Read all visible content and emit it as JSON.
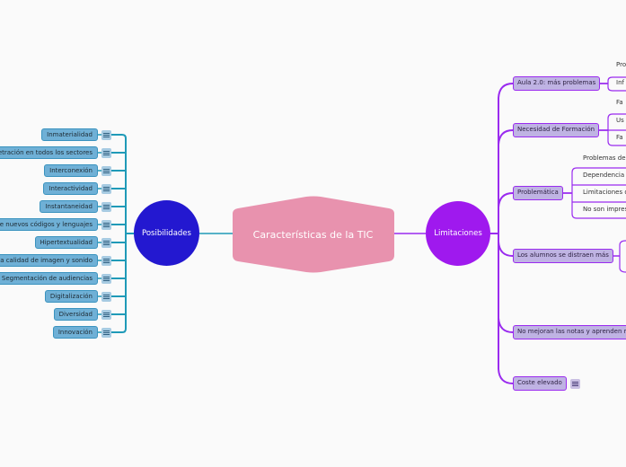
{
  "central_topic": "Características de la TIC",
  "colors": {
    "central": "#e892ae",
    "posibilidades_circle": "#2318d0",
    "posibilidades_line": "#1f9ab8",
    "posibilidades_node": "#6fb0d6",
    "limitaciones_circle": "#9f19ee",
    "limitaciones_line": "#9a2bef",
    "limitaciones_node": "#bfb3e3"
  },
  "left_branch": {
    "label": "Posibilidades",
    "items": [
      {
        "label": "Inmaterialidad",
        "note_icon": "notes-icon"
      },
      {
        "label": "Penetración en todos los sectores",
        "note_icon": "notes-icon"
      },
      {
        "label": "Interconexión",
        "note_icon": "notes-icon"
      },
      {
        "label": "Interactividad",
        "note_icon": "notes-icon"
      },
      {
        "label": "Instantaneidad",
        "note_icon": "notes-icon"
      },
      {
        "label": "Creación de nuevos códigos y lenguajes",
        "note_icon": "notes-icon"
      },
      {
        "label": "Hipertextualidad",
        "note_icon": "notes-icon"
      },
      {
        "label": "Alta calidad de imagen y sonido",
        "note_icon": "notes-icon"
      },
      {
        "label": "Segmentación de audiencias",
        "note_icon": "notes-icon"
      },
      {
        "label": "Digitalización",
        "note_icon": "notes-icon"
      },
      {
        "label": "Diversidad",
        "note_icon": "notes-icon"
      },
      {
        "label": "Innovación",
        "note_icon": "notes-icon"
      }
    ]
  },
  "right_branch": {
    "label": "Limitaciones",
    "items": [
      {
        "label": "Aula 2.0: más problemas",
        "children": [
          "Pro",
          "Inf"
        ]
      },
      {
        "label": "Necesidad de Formación",
        "children": [
          "Fa",
          "Us",
          "Fa"
        ]
      },
      {
        "label": "Problemática",
        "children": [
          "Problemas de",
          "Dependencia d",
          "Limitaciones d",
          "No son impres"
        ]
      },
      {
        "label": "Los alumnos se distraen más",
        "children": []
      },
      {
        "label": "No mejoran las notas y aprenden m",
        "children": []
      },
      {
        "label": "Coste elevado",
        "children": [],
        "note_icon": "notes-icon"
      }
    ]
  }
}
